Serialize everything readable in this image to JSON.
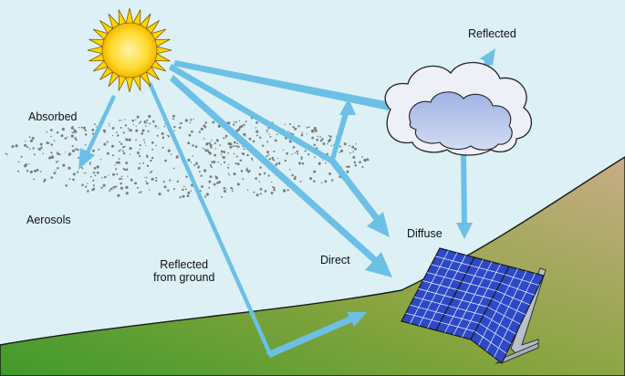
{
  "labels": {
    "absorbed": "Absorbed",
    "aerosols": "Aerosols",
    "reflected": "Reflected",
    "diffuse": "Diffuse",
    "direct": "Direct",
    "reflected_from_ground": "Reflected\nfrom ground"
  },
  "colors": {
    "sky": "#dcf0f5",
    "ground_light": "#b9ad84",
    "ground_dark": "#4a9a2c",
    "ray": "#6cc0e6",
    "sun_outer": "#ffd400",
    "sun_core": "#ffe680",
    "cloud_outer": "#eef0f7",
    "cloud_inner": "#b8c6ea",
    "panel_cell": "#2d49c8",
    "panel_frame": "#b9c0cc",
    "aerosol": "#7a7a7a"
  },
  "icons": {
    "sun": "sun-icon",
    "cloud": "cloud-icon",
    "panel": "solar-panel-icon"
  }
}
